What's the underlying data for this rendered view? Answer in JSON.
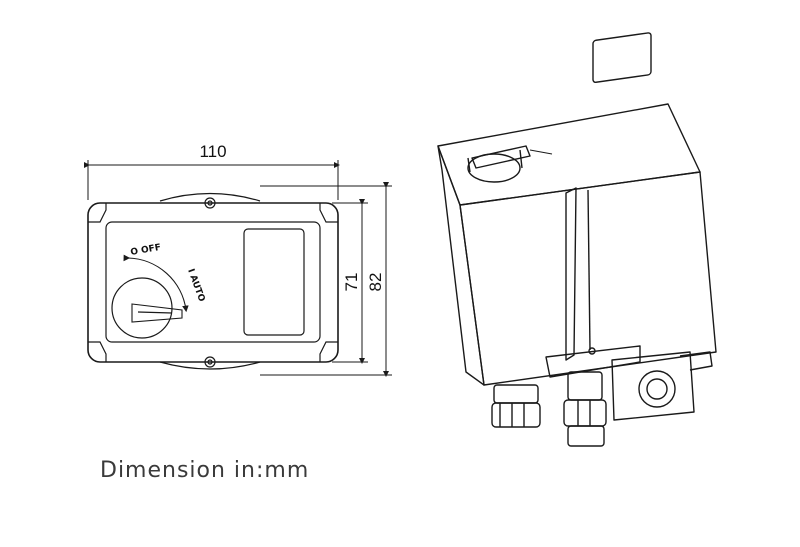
{
  "dimensions": {
    "width": "110",
    "height_inner": "71",
    "height_outer": "82"
  },
  "dial": {
    "off_label": "O OFF",
    "auto_label": "I AUTO"
  },
  "caption": "Dimension in:mm",
  "colors": {
    "line": "#1a1a1a",
    "caption": "#3a3a3a"
  }
}
